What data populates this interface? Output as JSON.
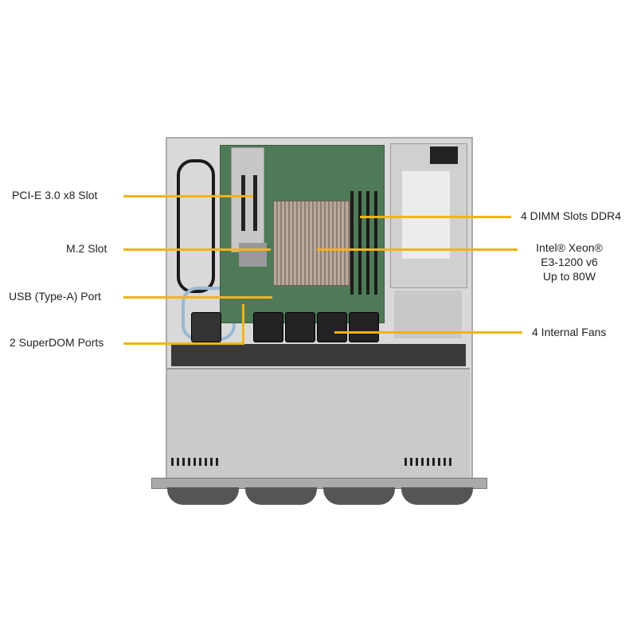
{
  "labels": {
    "pcie_slot": "PCI-E 3.0 x8 Slot",
    "m2_slot": "M.2 Slot",
    "usb_port": "USB (Type-A) Port",
    "superdom_ports": "2 SuperDOM Ports",
    "dimm_slots": "4 DIMM Slots DDR4",
    "cpu_line1": "Intel® Xeon®",
    "cpu_line2": "E3-1200 v6",
    "cpu_line3": "Up to 80W",
    "fans": "4 Internal Fans"
  },
  "colors": {
    "callout_line": "#f0b419",
    "board": "#4f7a58",
    "chassis": "#d8d9d8"
  }
}
